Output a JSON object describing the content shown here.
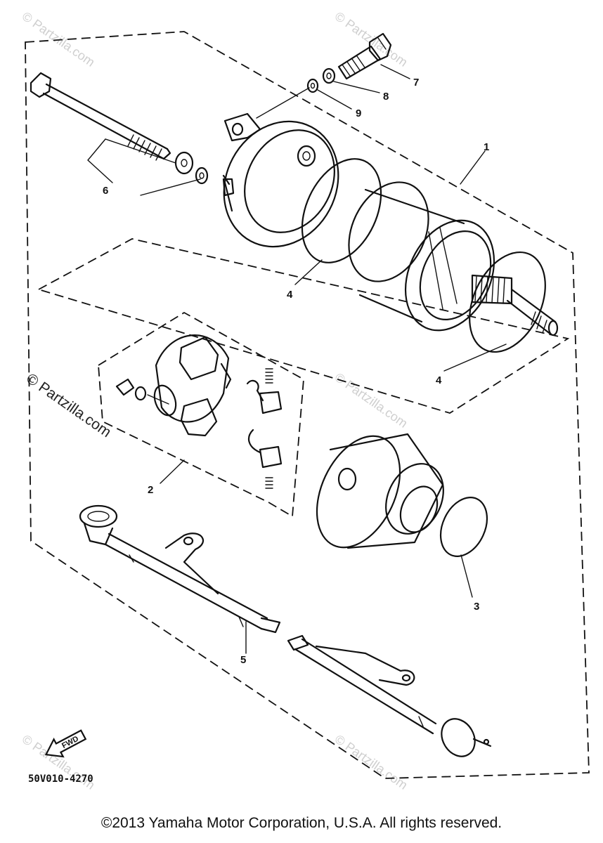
{
  "callouts": {
    "p1": "1",
    "p2": "2",
    "p3": "3",
    "p4a": "4",
    "p4b": "4",
    "p5": "5",
    "p6": "6",
    "p7": "7",
    "p8": "8",
    "p9": "9"
  },
  "watermark": {
    "text": "© Partzilla.com",
    "prominent": "© Partzilla.com"
  },
  "fwd_label": "FWD",
  "drawing_code": "50V010-4270",
  "copyright": "©2013  Yamaha Motor Corporation, U.S.A. All rights reserved."
}
